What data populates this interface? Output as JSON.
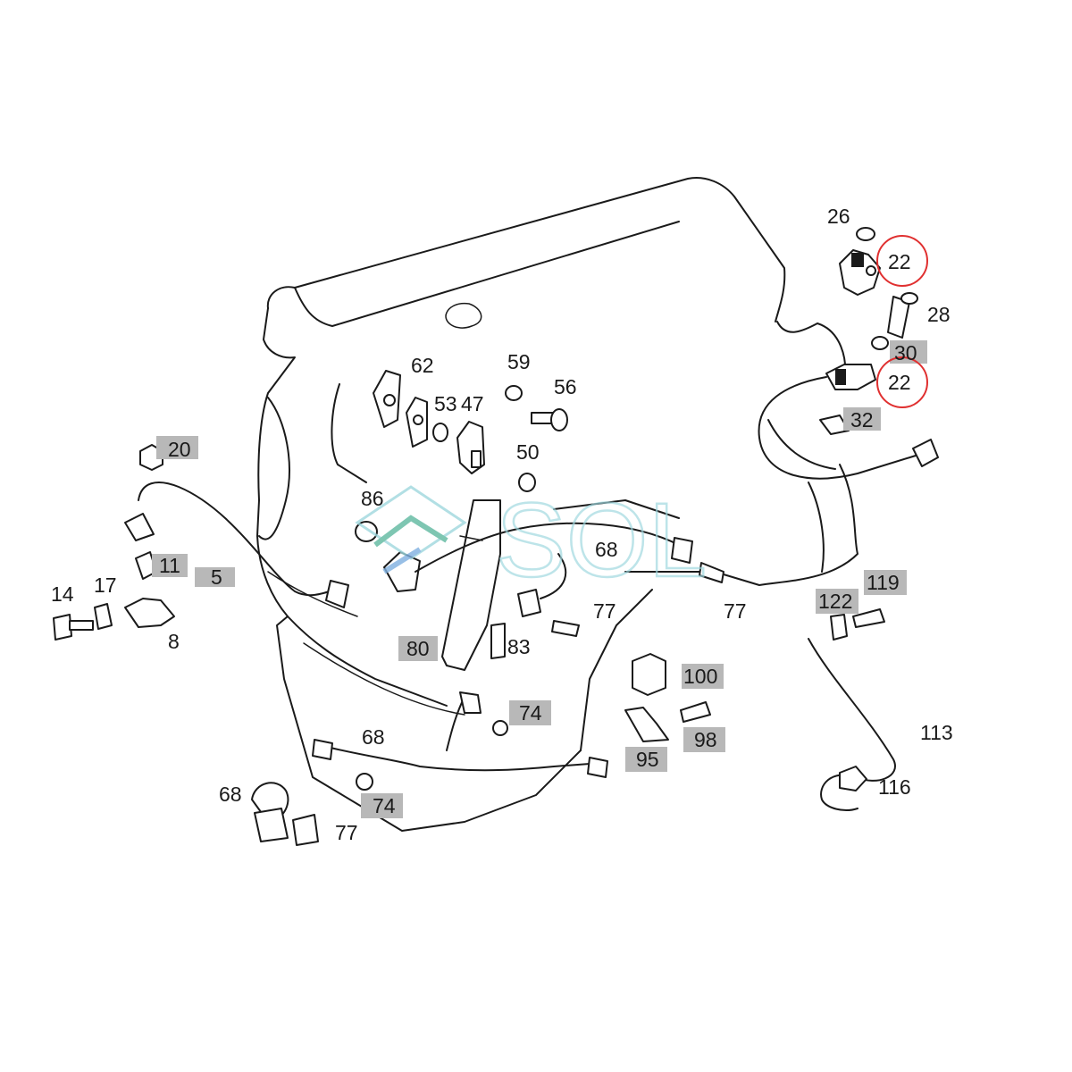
{
  "watermark": {
    "text": "SOL",
    "color": "#9fd8de",
    "accent": "#5fb8a0"
  },
  "highlight": {
    "box_color": "#b8b8b8",
    "ring_color": "#e03030"
  },
  "labels": {
    "p26": "26",
    "p22a": "22",
    "p28": "28",
    "p30": "30",
    "p22b": "22",
    "p32": "32",
    "p62": "62",
    "p59": "59",
    "p56": "56",
    "p53": "53",
    "p47": "47",
    "p50": "50",
    "p20": "20",
    "p86": "86",
    "p68a": "68",
    "p11": "11",
    "p5": "5",
    "p14": "14",
    "p17": "17",
    "p8": "8",
    "p77a": "77",
    "p77b": "77",
    "p80": "80",
    "p83": "83",
    "p122": "122",
    "p119": "119",
    "p100": "100",
    "p74a": "74",
    "p98": "98",
    "p95": "95",
    "p68b": "68",
    "p74b": "74",
    "p68c": "68",
    "p77c": "77",
    "p113": "113",
    "p116": "116"
  }
}
